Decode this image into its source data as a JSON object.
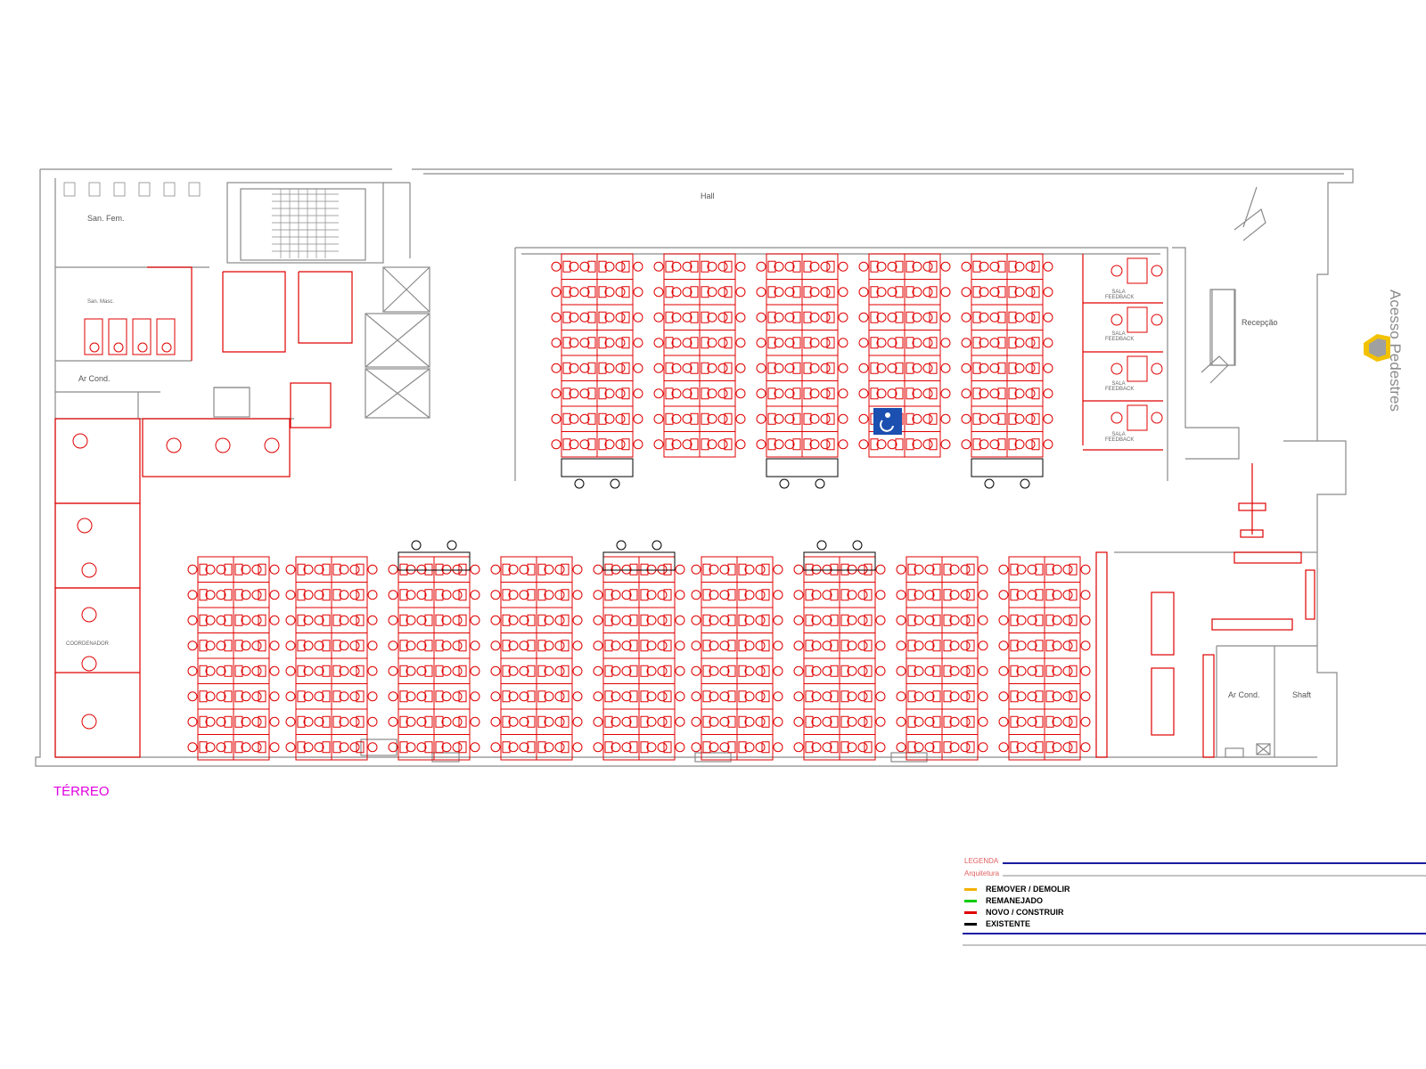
{
  "floor": {
    "title": "TÉRREO"
  },
  "rooms": {
    "hall": "Hall",
    "ban_fem": "San. Fem.",
    "ban_masc": "San. Masc.",
    "ar_cond_left": "Ar Cond.",
    "recepcao": "Recepção",
    "acesso": "Acesso Pedestres",
    "coordenador": "COORDENADOR",
    "ar_cond_right": "Ar Cond.",
    "shaft": "Shaft",
    "sala_feedback": "SALA FEEDBACK"
  },
  "legend": {
    "header": "LEGENDA",
    "subheader": "Arquitetura",
    "items": [
      {
        "label": "REMOVER / DEMOLIR",
        "color": "#f2b000"
      },
      {
        "label": "REMANEJADO",
        "color": "#00cc00"
      },
      {
        "label": "NOVO / CONSTRUIR",
        "color": "#e00000"
      },
      {
        "label": "EXISTENTE",
        "color": "#000000"
      }
    ]
  },
  "colors": {
    "wall": "#8a8a8a",
    "new": "#e00000",
    "title": "#e000e0",
    "rule": "#1a1aa0",
    "wheelchair": "#1b4fb0"
  }
}
